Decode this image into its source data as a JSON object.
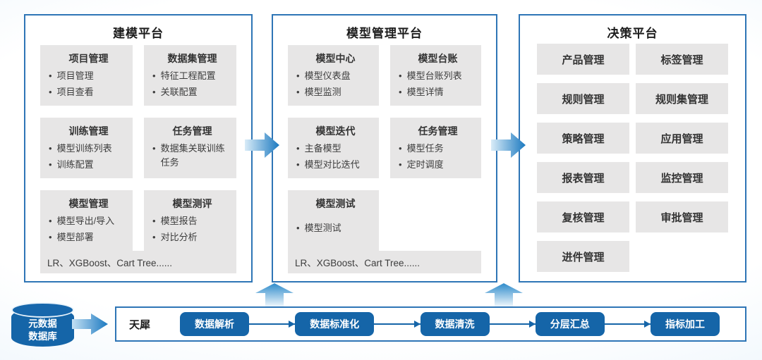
{
  "platforms": [
    {
      "title": "建模平台",
      "modules": [
        {
          "title": "项目管理",
          "items": [
            "项目管理",
            "项目查看"
          ]
        },
        {
          "title": "数据集管理",
          "items": [
            "特征工程配置",
            "关联配置"
          ]
        },
        {
          "title": "训练管理",
          "items": [
            "模型训练列表",
            "训练配置"
          ]
        },
        {
          "title": "任务管理",
          "items": [
            "数据集关联训练任务"
          ]
        },
        {
          "title": "模型管理",
          "items": [
            "模型导出/导入",
            "模型部署"
          ]
        },
        {
          "title": "模型测评",
          "items": [
            "模型报告",
            "对比分析"
          ]
        }
      ],
      "footer": "LR、XGBoost、Cart Tree......"
    },
    {
      "title": "模型管理平台",
      "modules": [
        {
          "title": "模型中心",
          "items": [
            "模型仪表盘",
            "模型监测"
          ]
        },
        {
          "title": "模型台账",
          "items": [
            "模型台账列表",
            "模型详情"
          ]
        },
        {
          "title": "模型迭代",
          "items": [
            "主备模型",
            "模型对比迭代"
          ]
        },
        {
          "title": "任务管理",
          "items": [
            "模型任务",
            "定时调度"
          ]
        },
        {
          "title": "模型测试",
          "items": [
            "模型测试"
          ]
        }
      ],
      "footer": "LR、XGBoost、Cart Tree......"
    },
    {
      "title": "决策平台",
      "tiles": [
        "产品管理",
        "标签管理",
        "规则管理",
        "规则集管理",
        "策略管理",
        "应用管理",
        "报表管理",
        "监控管理",
        "复核管理",
        "审批管理",
        "进件管理"
      ]
    }
  ],
  "datasource": {
    "label_line1": "元数据",
    "label_line2": "数据库"
  },
  "pipeline": {
    "label": "天犀",
    "steps": [
      "数据解析",
      "数据标准化",
      "数据清洗",
      "分层汇总",
      "指标加工"
    ]
  },
  "bullet_glyph": "•",
  "colors": {
    "panel_border_blue": "#2E75B6",
    "dark_blue": "#1565A8",
    "module_gray": "#E7E6E6",
    "arrow_gradient_light": "#CFE6F6",
    "arrow_gradient_dark": "#1B79C0"
  }
}
